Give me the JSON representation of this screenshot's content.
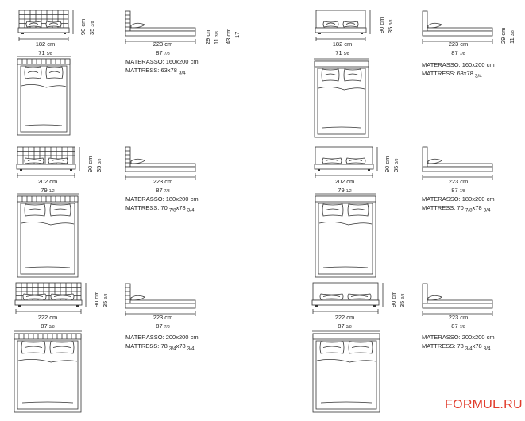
{
  "brand": "FORMUL.RU",
  "variants": [
    {
      "id": "tl",
      "front": {
        "width": "182 cm",
        "width_in": "71",
        "width_in_frac": "5/8",
        "height": "90 cm",
        "height_in": "35",
        "height_in_frac": "3/8"
      },
      "side": {
        "length": "223 cm",
        "length_in": "87",
        "length_in_frac": "7/8",
        "frame_h": "29 cm",
        "frame_h_in": "11",
        "frame_h_in_frac": "3/8",
        "mattress_top": "43 cm",
        "mattress_top_in": "17"
      },
      "mattress": {
        "it": "MATERASSO: 160x200 cm",
        "en": "MATTRESS: 63x78",
        "en_frac": "3/4"
      }
    },
    {
      "id": "tr",
      "front": {
        "width": "182 cm",
        "width_in": "71",
        "width_in_frac": "5/8",
        "height": "90 cm",
        "height_in": "35",
        "height_in_frac": "3/8"
      },
      "side": {
        "length": "223 cm",
        "length_in": "87",
        "length_in_frac": "7/8",
        "frame_h": "29 cm",
        "frame_h_in": "11",
        "frame_h_in_frac": "3/8"
      },
      "mattress": {
        "it": "MATERASSO: 160x200 cm",
        "en": "MATTRESS: 63x78",
        "en_frac": "3/4"
      }
    },
    {
      "id": "ml",
      "front": {
        "width": "202 cm",
        "width_in": "79",
        "width_in_frac": "1/2",
        "height": "90 cm",
        "height_in": "35",
        "height_in_frac": "3/8"
      },
      "side": {
        "length": "223 cm",
        "length_in": "87",
        "length_in_frac": "7/8"
      },
      "mattress": {
        "it": "MATERASSO: 180x200 cm",
        "en": "MATTRESS: 70",
        "en_frac": "7/8",
        "en_mid": "x78",
        "en_frac2": "3/4"
      }
    },
    {
      "id": "mr",
      "front": {
        "width": "202 cm",
        "width_in": "79",
        "width_in_frac": "1/2",
        "height": "90 cm",
        "height_in": "35",
        "height_in_frac": "3/8"
      },
      "side": {
        "length": "223 cm",
        "length_in": "87",
        "length_in_frac": "7/8"
      },
      "mattress": {
        "it": "MATERASSO: 180x200 cm",
        "en": "MATTRESS: 70",
        "en_frac": "7/8",
        "en_mid": "x78",
        "en_frac2": "3/4"
      }
    },
    {
      "id": "bl",
      "front": {
        "width": "222 cm",
        "width_in": "87",
        "width_in_frac": "3/8",
        "height": "90 cm",
        "height_in": "35",
        "height_in_frac": "3/8"
      },
      "side": {
        "length": "223 cm",
        "length_in": "87",
        "length_in_frac": "7/8"
      },
      "mattress": {
        "it": "MATERASSO: 200x200 cm",
        "en": "MATTRESS: 78",
        "en_frac": "3/4",
        "en_mid": "x78",
        "en_frac2": "3/4"
      }
    },
    {
      "id": "br",
      "front": {
        "width": "222 cm",
        "width_in": "87",
        "width_in_frac": "3/8",
        "height": "90 cm",
        "height_in": "35",
        "height_in_frac": "3/8"
      },
      "side": {
        "length": "223 cm",
        "length_in": "87",
        "length_in_frac": "7/8"
      },
      "mattress": {
        "it": "MATERASSO: 200x200 cm",
        "en": "MATTRESS: 78",
        "en_frac": "3/4",
        "en_mid": "x78",
        "en_frac2": "3/4"
      }
    }
  ]
}
